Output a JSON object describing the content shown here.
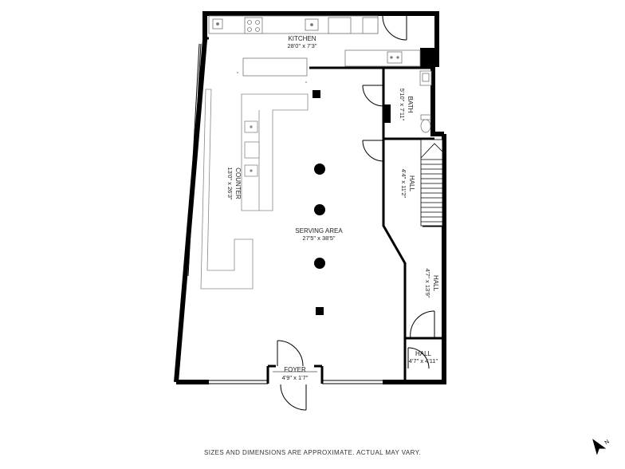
{
  "rooms": {
    "kitchen": {
      "name": "KITCHEN",
      "dims": "28'0\" x 7'3\""
    },
    "bath": {
      "name": "BATH",
      "dims": "5'10\" x 7'11\""
    },
    "counter": {
      "name": "COUNTER",
      "dims": "13'0\" x 26'3\""
    },
    "hall_upper": {
      "name": "HALL",
      "dims": "4'4\" x 11'2\""
    },
    "serving_area": {
      "name": "SERVING AREA",
      "dims": "27'5\" x 38'5\""
    },
    "hall_middle": {
      "name": "HALL",
      "dims": "4'7\" x 13'9\""
    },
    "hall_lower": {
      "name": "HALL",
      "dims": "4'7\" x 4'11\""
    },
    "foyer": {
      "name": "FOYER",
      "dims": "4'9\" x 1'7\""
    }
  },
  "compass": {
    "label": "N"
  },
  "footer": {
    "disclaimer": "SIZES AND DIMENSIONS ARE APPROXIMATE. ACTUAL MAY VARY."
  },
  "colors": {
    "wall": "#000000",
    "fixture": "#808080",
    "background": "#ffffff"
  }
}
